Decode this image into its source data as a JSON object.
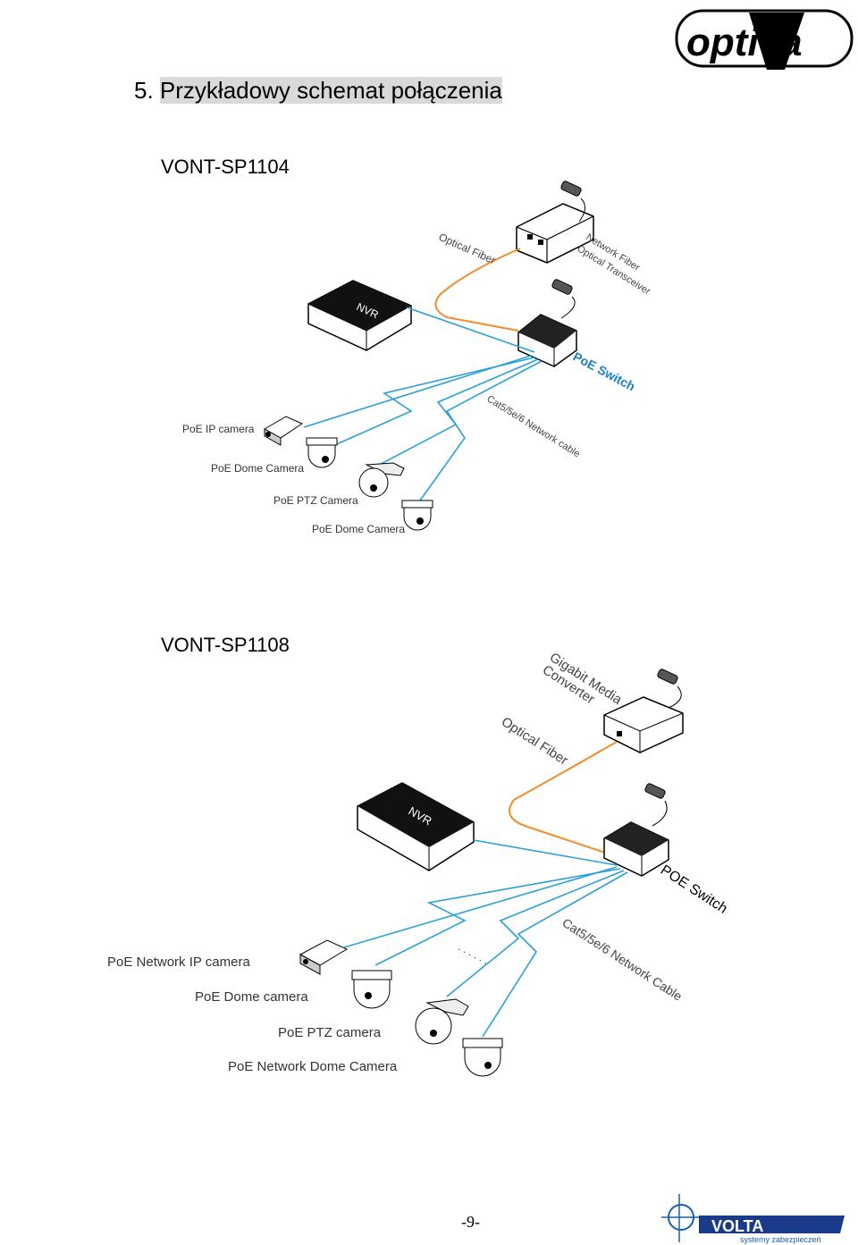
{
  "heading": {
    "number": "5.",
    "text": "Przykładowy schemat połączenia"
  },
  "logo_top": {
    "text": "optiva",
    "brand_color": "#000000"
  },
  "diagram1": {
    "title": "VONT-SP1104",
    "labels": {
      "optical_fiber": "Optical Fiber",
      "transceiver_line1": "Network Fiber",
      "transceiver_line2": "Optical Transceiver",
      "nvr": "NVR",
      "switch": "PoE Switch",
      "cable": "Cat5/5e/6 Network cable",
      "ip_camera": "PoE IP camera",
      "dome1": "PoE Dome Camera",
      "ptz": "PoE PTZ Camera",
      "dome2": "PoE Dome Camera"
    }
  },
  "diagram2": {
    "title": "VONT-SP1108",
    "labels": {
      "converter_line1": "Gigabit Media",
      "converter_line2": "Converter",
      "optical_fiber": "Optical Fiber",
      "nvr": "NVR",
      "switch": "POE Switch",
      "cable": "Cat5/5e/6 Network Cable",
      "dots": ". . . . . .",
      "ip_camera": "PoE Network IP camera",
      "dome": "PoE Dome camera",
      "ptz": "PoE PTZ camera",
      "network_dome": "PoE Network Dome Camera"
    }
  },
  "colors": {
    "fiber": "#f28c28",
    "network": "#2a9fd8",
    "switch_label": "#1a7fc8"
  },
  "footer": {
    "page_number": "-9-",
    "logo_text": "VOLTA",
    "logo_subtitle": "systemy zabezpieczeń"
  }
}
